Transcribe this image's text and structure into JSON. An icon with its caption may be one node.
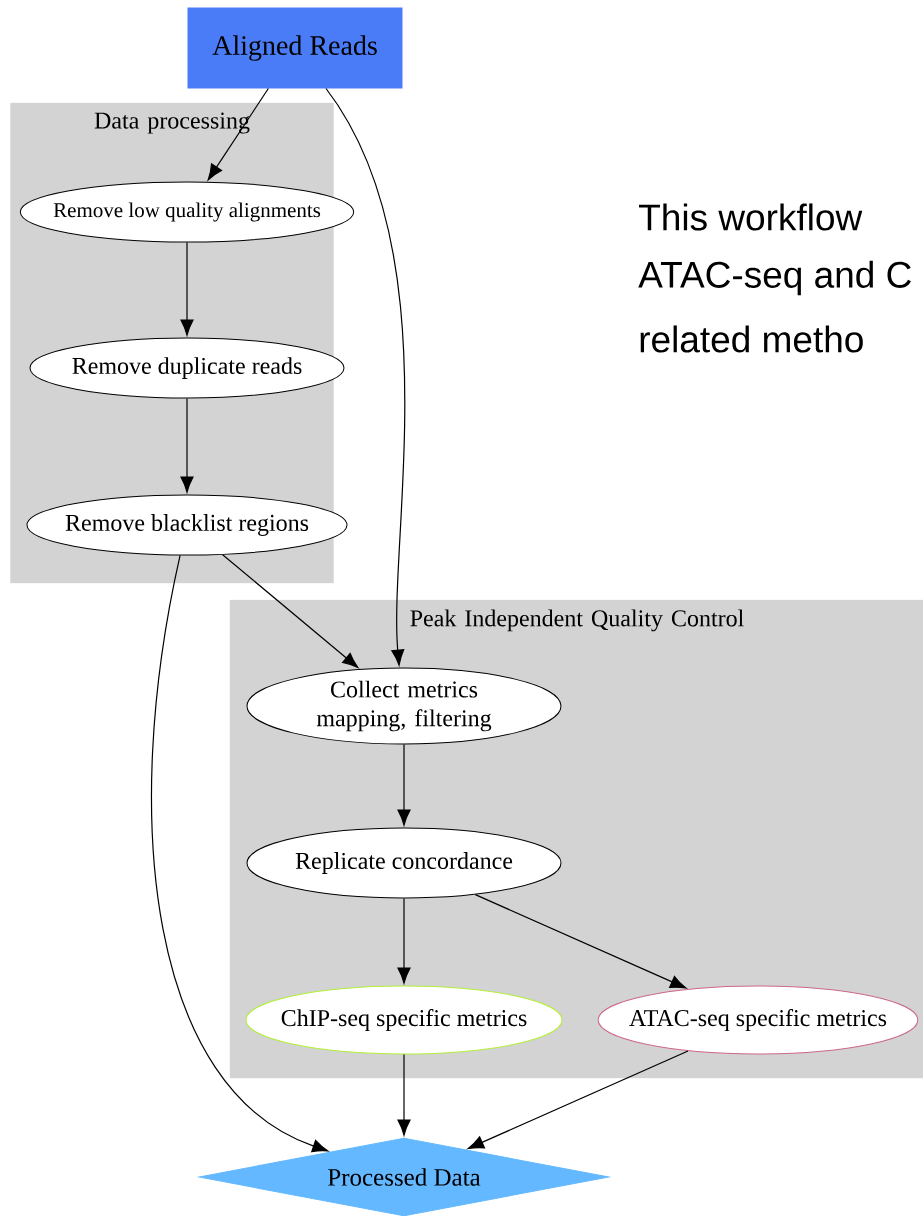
{
  "diagram": {
    "nodes": [
      {
        "text": [
          "Aligned Reads"
        ]
      },
      {
        "text": [
          "Data processing"
        ]
      },
      {
        "text": [
          "Remove low quality alignments"
        ],
        "in": 1
      },
      {
        "text": [
          "Remove duplicate reads"
        ],
        "in": 1
      },
      {
        "text": [
          "Remove blacklist regions"
        ],
        "in": 1
      },
      {
        "text": [
          "Peak Independent Quality Control"
        ]
      },
      {
        "text": [
          "Collect metrics mapping, filtering"
        ],
        "in": 5
      },
      {
        "text": [
          "Replicate concordance"
        ],
        "in": 5
      },
      {
        "text": [
          "ChIP-seq specific metrics"
        ],
        "in": 5
      },
      {
        "text": [
          "ATAC-seq specific metrics"
        ],
        "in": 5
      },
      {
        "text": [
          "Processed Data"
        ]
      }
    ],
    "edges": [
      {
        "from": 0,
        "to": 2,
        "arrow": "to"
      },
      {
        "from": 0,
        "to": 6,
        "arrow": "to"
      },
      {
        "from": 2,
        "to": 3,
        "arrow": "to"
      },
      {
        "from": 3,
        "to": 4,
        "arrow": "to"
      },
      {
        "from": 4,
        "to": 6,
        "arrow": "to"
      },
      {
        "from": 4,
        "to": 10,
        "arrow": "to"
      },
      {
        "from": 6,
        "to": 7,
        "arrow": "to"
      },
      {
        "from": 7,
        "to": 8,
        "arrow": "to"
      },
      {
        "from": 7,
        "to": 9,
        "arrow": "to"
      },
      {
        "from": 8,
        "to": 10,
        "arrow": "to"
      },
      {
        "from": 9,
        "to": 10,
        "arrow": "to"
      }
    ],
    "labels": [
      "This workflow",
      "ATAC-seq and C",
      "related metho"
    ]
  }
}
